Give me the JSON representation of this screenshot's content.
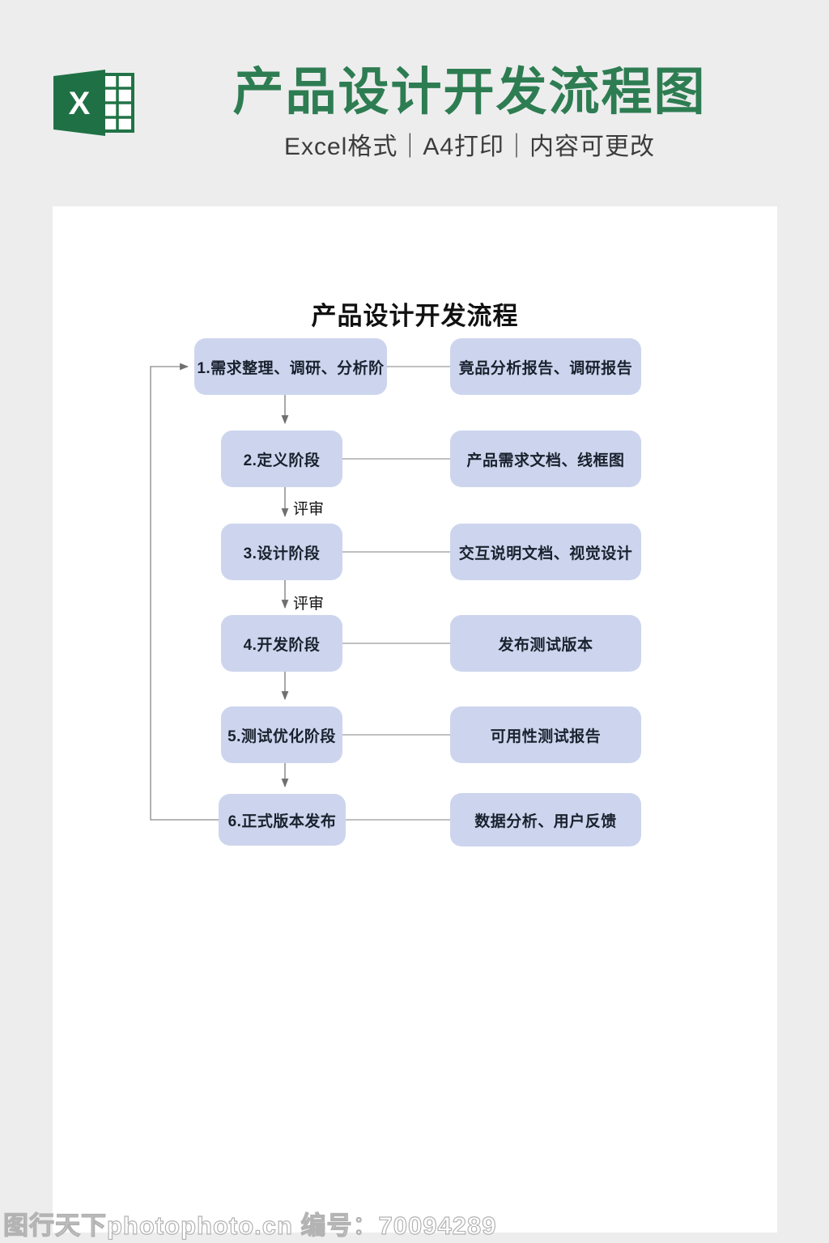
{
  "header": {
    "title": "产品设计开发流程图",
    "subtitle": "Excel格式｜A4打印｜内容可更改",
    "title_color": "#2e7d52",
    "excel_icon_letter": "X",
    "excel_green": "#1f7145"
  },
  "document": {
    "flow_title": "产品设计开发流程",
    "stages": [
      {
        "label": "1.需求整理、调研、分析阶",
        "output": "竟品分析报告、调研报告",
        "transition": ""
      },
      {
        "label": "2.定义阶段",
        "output": "产品需求文档、线框图",
        "transition": ""
      },
      {
        "label": "3.设计阶段",
        "output": "交互说明文档、视觉设计",
        "transition": "评审"
      },
      {
        "label": "4.开发阶段",
        "output": "发布测试版本",
        "transition": "评审"
      },
      {
        "label": "5.测试优化阶段",
        "output": "可用性测试报告",
        "transition": ""
      },
      {
        "label": "6.正式版本发布",
        "output": "数据分析、用户反馈",
        "transition": ""
      }
    ],
    "colors": {
      "box_fill": "#cdd5ee",
      "box_text": "#1a212e",
      "connector": "#9a9a9a",
      "arrow": "#6f6f6f"
    }
  },
  "watermark": {
    "text": "图行天下photophoto.cn 编号：70094289"
  }
}
